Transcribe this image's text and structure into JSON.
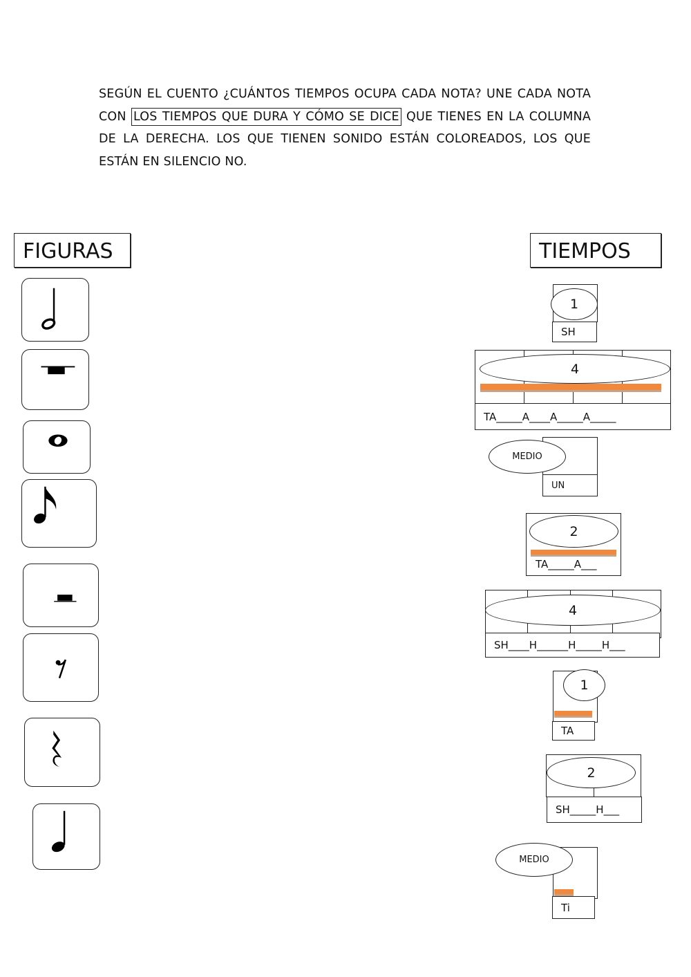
{
  "instructions": {
    "before": "SEGÚN EL CUENTO ¿CUÁNTOS TIEMPOS OCUPA CADA NOTA? UNE CADA NOTA CON ",
    "highlight": "LOS TIEMPOS QUE DURA Y CÓMO SE DICE",
    "after": " QUE TIENES EN LA COLUMNA DE LA DERECHA. LOS QUE TIENEN SONIDO ESTÁN COLOREADOS, LOS QUE ESTÁN EN SILENCIO NO."
  },
  "headers": {
    "left": "FIGURAS",
    "right": "TIEMPOS"
  },
  "figures": [
    {
      "icon": "half-note-icon"
    },
    {
      "icon": "whole-rest-icon"
    },
    {
      "icon": "whole-note-icon"
    },
    {
      "icon": "eighth-note-icon"
    },
    {
      "icon": "half-rest-icon"
    },
    {
      "icon": "eighth-rest-icon"
    },
    {
      "icon": "quarter-rest-icon"
    },
    {
      "icon": "quarter-note-icon"
    }
  ],
  "tiempos": [
    {
      "beats": "1",
      "say": "SH",
      "sound": false
    },
    {
      "beats": "4",
      "say": "TA_____A____A_____A_____",
      "sound": true
    },
    {
      "beats": "MEDIO",
      "say": "UN",
      "sound": false
    },
    {
      "beats": "2",
      "say": "TA_____A___",
      "sound": true
    },
    {
      "beats": "4",
      "say": "SH____H______H_____H___",
      "sound": false
    },
    {
      "beats": "1",
      "say": "TA",
      "sound": true
    },
    {
      "beats": "2",
      "say": "SH_____H___",
      "sound": false
    },
    {
      "beats": "MEDIO",
      "say": "Ti",
      "sound": true
    }
  ],
  "colors": {
    "sound_bar": "#f0883e"
  }
}
